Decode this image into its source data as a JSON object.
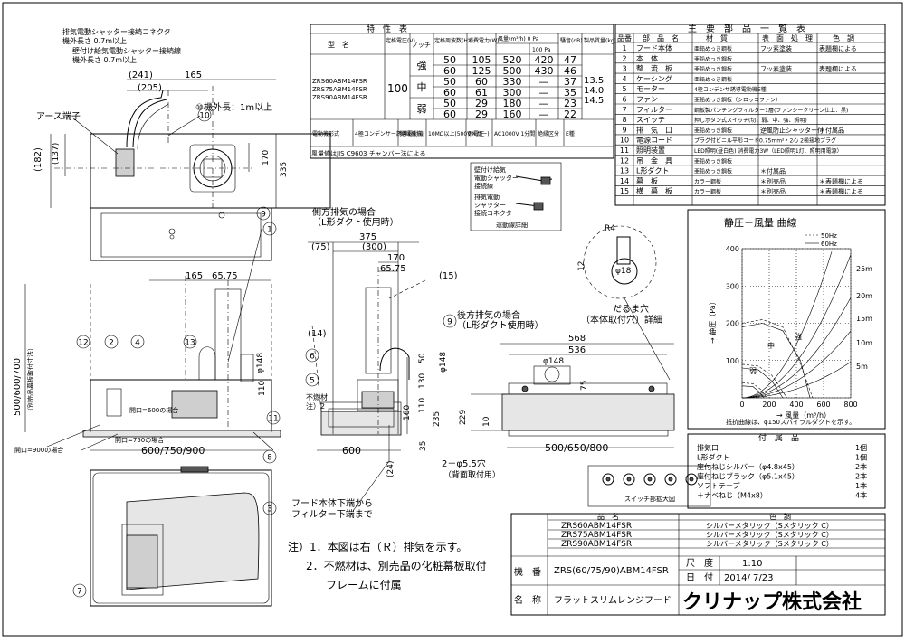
{
  "top_left_notes": {
    "exhaust_shutter_connector": "排気電動シャッター接続コネクタ",
    "length_07a": "機外長さ 0.7m以上",
    "wall_shutter_wire": "壁付け給気電動シャッター接続線",
    "length_07b": "機外長さ 0.7m以上",
    "earth_terminal": "アース端子",
    "cord_length": "⑩機外長：1m以上"
  },
  "dimensions": {
    "d241": "(241)",
    "d205": "(205)",
    "d165": "165",
    "d182": "(182)",
    "d137": "(137)",
    "d170": "170",
    "d335": "335",
    "d165b": "165",
    "d6575": "65.75",
    "d500": "500/600/700",
    "d500sub": "（別売品幕板取付寸法）",
    "d600": "600/750/900",
    "d148": "φ148",
    "d110": "110",
    "d375": "375",
    "d75": "(75)",
    "d300": "(300)",
    "d170b": "170",
    "d6575b": "65.75",
    "d14": "(14)",
    "d15": "(15)",
    "d50": "50",
    "d130": "130",
    "d148b": "φ148",
    "d110b": "110",
    "d235": "235",
    "d35": "35",
    "d160": "160",
    "d600b": "600",
    "d24": "(24)",
    "d568": "568",
    "d536": "536",
    "d148c": "φ148",
    "d75c": "75",
    "d229": "229",
    "d10": "10",
    "d500b": "500/650/800",
    "d55hole": "2－φ5.5穴",
    "d55sub": "（背面取付用）",
    "r4": "R4",
    "d12": "12",
    "d18": "φ18"
  },
  "labels": {
    "side_exhaust": "側方排気の場合",
    "side_exhaust_sub": "（L形ダクト使用時）",
    "rear_exhaust": "後方排気の場合",
    "rear_exhaust_sub": "（L形ダクト使用時）",
    "noncomb": "不燃材",
    "noncomb_sub": "注）2",
    "opening600": "開口=600の場合",
    "opening750": "開口=750の場合",
    "opening900": "開口=900の場合",
    "filter_note1": "フード本体下端から",
    "filter_note2": "フィルター下端まで",
    "detail_hole1": "だるま穴",
    "detail_hole2": "（本体取付穴）詳細",
    "wiring_detail": "運動線詳細",
    "switch_detail": "スイッチ部拡大図",
    "w1": "壁付け給気",
    "w2": "電動シャッター",
    "w3": "接続線",
    "w4": "排気電動",
    "w5": "シャッター",
    "w6": "接続コネクタ"
  },
  "notes": {
    "n1": "注）1．本図は右（Ｒ）排気を示す。",
    "n2": "2．不燃材は、別売品の化粧幕板取付",
    "n3": "フレームに付属"
  },
  "callouts": [
    "1",
    "2",
    "3",
    "4",
    "5",
    "6",
    "7",
    "8",
    "9",
    "10",
    "11",
    "12",
    "13",
    "14",
    "15"
  ],
  "spec_table": {
    "title": "特　性　表",
    "headers": [
      "型　名",
      "定格電圧(V)",
      "ノッチ",
      "定格周波数(Hz)",
      "消費電力(W)",
      "風量(m³/h) 0 Pa",
      "100 Pa",
      "騒音(dB)",
      "製品質量(kg)"
    ],
    "models": [
      "ZRS60ABM14FSR",
      "ZRS75ABM14FSR",
      "ZRS90ABM14FSR"
    ],
    "voltage": "100",
    "weights": [
      "13.5",
      "14.0",
      "14.5"
    ],
    "rows": [
      {
        "notch": "強",
        "hz": "50",
        "w": "105",
        "q0": "520",
        "q100": "420",
        "db": "47"
      },
      {
        "notch": "",
        "hz": "60",
        "w": "125",
        "q0": "500",
        "q100": "430",
        "db": "46"
      },
      {
        "notch": "中",
        "hz": "50",
        "w": "60",
        "q0": "330",
        "q100": "—",
        "db": "37"
      },
      {
        "notch": "",
        "hz": "60",
        "w": "61",
        "q0": "300",
        "q100": "—",
        "db": "35"
      },
      {
        "notch": "弱",
        "hz": "50",
        "w": "29",
        "q0": "180",
        "q100": "—",
        "db": "23"
      },
      {
        "notch": "",
        "hz": "60",
        "w": "29",
        "q0": "160",
        "q100": "—",
        "db": "22"
      }
    ],
    "footer": [
      "電動機形式",
      "4極コンデンサー誘導電動機",
      "絶縁抵抗",
      "10MΩ以上(500Vメガー)",
      "耐電圧",
      "AC1000V 1分間",
      "絶縁区分",
      "E種"
    ],
    "note": "風量値はJIS C9603 チャンバー法による"
  },
  "parts_table": {
    "title": "主　要　部　品　一　覧　表",
    "headers": [
      "品番",
      "部　品　名",
      "材　質",
      "表　面　処　理",
      "色　調"
    ],
    "rows": [
      [
        "1",
        "フード本体",
        "亜鉛めっき鋼板",
        "フッ素塗装",
        "表題欄による"
      ],
      [
        "2",
        "本　体",
        "亜鉛めっき鋼板",
        "",
        ""
      ],
      [
        "3",
        "整　流　板",
        "亜鉛めっき鋼板",
        "フッ素塗装",
        "表題欄による"
      ],
      [
        "4",
        "ケーシング",
        "亜鉛めっき鋼板",
        "",
        ""
      ],
      [
        "5",
        "モーター",
        "4極コンデンサ誘導電動機E種",
        "",
        ""
      ],
      [
        "6",
        "ファン",
        "亜鉛めっき鋼板（シロッコファン）",
        "",
        ""
      ],
      [
        "7",
        "フィルター",
        "鋼板製パンチングフィルター1層(ファンシークリーン仕上：黒)",
        "",
        ""
      ],
      [
        "8",
        "スイッチ",
        "押しボタン式スイッチ(切、弱、中、強、照明)",
        "",
        ""
      ],
      [
        "9",
        "排　気　口",
        "亜鉛めっき鋼板",
        "逆風防止シャッター付",
        "＊付属品"
      ],
      [
        "10",
        "電源コード",
        "プラグ付ビニル平形コード0.75mm²・2心 2極接地プラグ",
        "",
        ""
      ],
      [
        "11",
        "照明装置",
        "LED照明(昼白色) 消費電力3W（LED照明1灯、照明用電源）",
        "",
        ""
      ],
      [
        "12",
        "吊　金　具",
        "亜鉛めっき鋼板",
        "",
        ""
      ],
      [
        "13",
        "L形ダクト",
        "亜鉛めっき鋼板",
        "＊付属品",
        ""
      ],
      [
        "14",
        "幕　板",
        "カラー鋼板",
        "＊別売品",
        "＊表題欄による"
      ],
      [
        "15",
        "横　幕　板",
        "カラー鋼板",
        "＊別売品",
        "＊表題欄による"
      ]
    ]
  },
  "chart_data": {
    "type": "line",
    "title": "静圧－風量 曲線",
    "xlabel": "→ 風量（m³/h）",
    "ylabel": "→ 静圧（Pa）",
    "xlim": [
      0,
      800
    ],
    "ylim": [
      0,
      400
    ],
    "xticks": [
      "0",
      "200",
      "400",
      "600",
      "800"
    ],
    "yticks": [
      "100",
      "200",
      "300",
      "400"
    ],
    "legend": [
      "50Hz",
      "60Hz"
    ],
    "annotations": [
      "強",
      "中",
      "弱",
      "25m",
      "20m",
      "15m",
      "10m",
      "5m"
    ],
    "footnote": "抵抗曲線は、φ150スパイラルダクトを示す。",
    "series": [
      {
        "name": "50Hz",
        "notch": "強",
        "x": [
          0,
          150,
          300,
          420,
          520
        ],
        "y": [
          200,
          210,
          190,
          100,
          0
        ]
      },
      {
        "name": "60Hz",
        "notch": "強",
        "x": [
          0,
          150,
          300,
          430,
          500
        ],
        "y": [
          190,
          200,
          180,
          100,
          0
        ]
      },
      {
        "name": "50Hz",
        "notch": "中",
        "x": [
          0,
          120,
          220,
          330
        ],
        "y": [
          90,
          85,
          60,
          0
        ]
      },
      {
        "name": "60Hz",
        "notch": "中",
        "x": [
          0,
          120,
          220,
          300
        ],
        "y": [
          80,
          75,
          45,
          0
        ]
      },
      {
        "name": "50Hz",
        "notch": "弱",
        "x": [
          0,
          80,
          140,
          180
        ],
        "y": [
          40,
          38,
          22,
          0
        ]
      },
      {
        "name": "60Hz",
        "notch": "弱",
        "x": [
          0,
          80,
          130,
          160
        ],
        "y": [
          32,
          30,
          15,
          0
        ]
      }
    ]
  },
  "accessories": {
    "title": "付　属　品",
    "rows": [
      [
        "排気口",
        "1個"
      ],
      [
        "L形ダクト",
        "1個"
      ],
      [
        "座付ねじシルバー（φ4.8x45）",
        "2本"
      ],
      [
        "座付ねじブラック（φ5.1x45）",
        "2本"
      ],
      [
        "ソフトテープ",
        "1本"
      ],
      [
        "＋ナベねじ（M4x8）",
        "4本"
      ]
    ]
  },
  "title_block": {
    "h_name": "品　名",
    "h_color": "色　調",
    "models": [
      "ZRS60ABM14FSR",
      "ZRS75ABM14FSR",
      "ZRS90ABM14FSR"
    ],
    "colors": [
      "シルバーメタリック（Sメタリック C）",
      "シルバーメタリック（Sメタリック C）",
      "シルバーメタリック（Sメタリック C）"
    ],
    "kiban_label": "機　番",
    "kiban": "ZRS(60/75/90)ABM14FSR",
    "scale_label": "尺　度",
    "scale": "1:10",
    "date_label": "日　付",
    "date": "2014/ 7/23",
    "meisho_label": "名　称",
    "meisho": "フラットスリムレンジフード",
    "company": "クリナップ株式会社"
  }
}
